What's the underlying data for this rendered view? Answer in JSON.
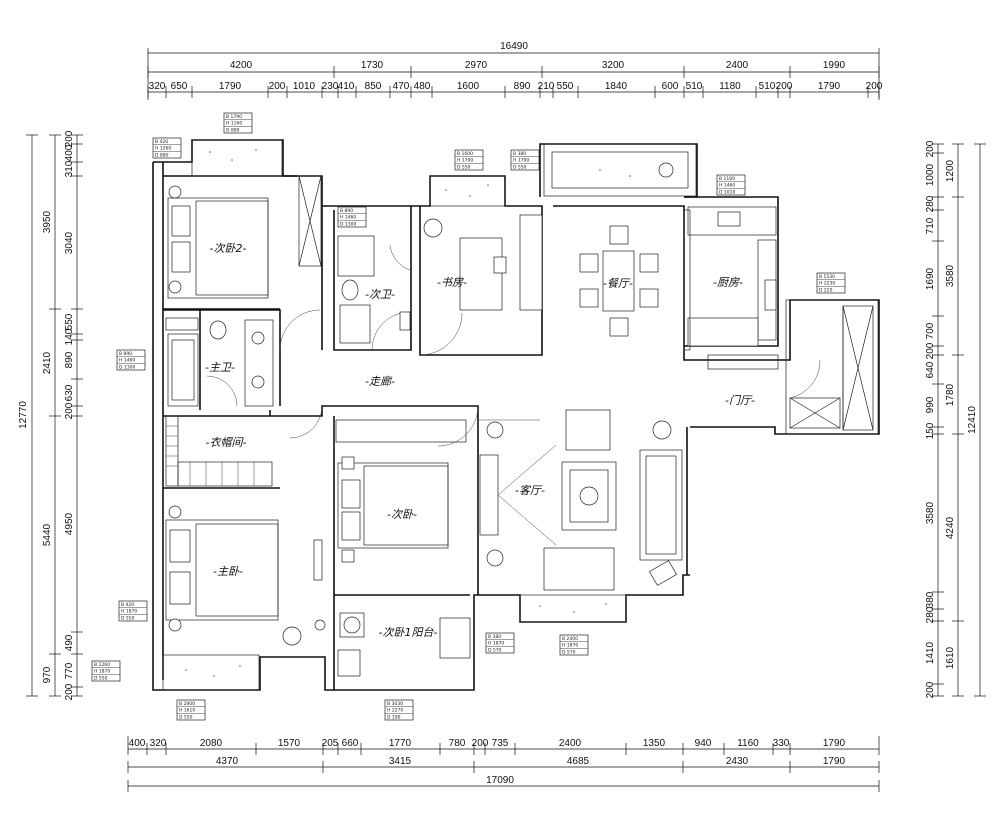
{
  "top_dims": {
    "total": "16490",
    "row1": [
      "4200",
      "1730",
      "2970",
      "3200",
      "2400",
      "1990"
    ],
    "row2": [
      "320",
      "650",
      "1790",
      "200",
      "1010",
      "230",
      "410",
      "850",
      "470",
      "480",
      "1600",
      "890",
      "210",
      "550",
      "1840",
      "600",
      "510",
      "1180",
      "510",
      "200",
      "1790",
      "200"
    ]
  },
  "bottom_dims": {
    "total": "17090",
    "row1": [
      "4370",
      "3415",
      "4685",
      "2430",
      "1790"
    ],
    "row2": [
      "400",
      "320",
      "2080",
      "1570",
      "205",
      "660",
      "1770",
      "780",
      "200",
      "735",
      "2400",
      "1350",
      "940",
      "1160",
      "330",
      "1790"
    ]
  },
  "left_dims": {
    "total": "12770",
    "row1": [
      "3950",
      "2410",
      "5440",
      "970"
    ],
    "row2": [
      "200",
      "400",
      "310",
      "3040",
      "550",
      "140",
      "890",
      "630",
      "200",
      "4950",
      "490",
      "770",
      "200"
    ]
  },
  "right_dims": {
    "total": "12410",
    "row1": [
      "1200",
      "3580",
      "1780",
      "4240",
      "1610"
    ],
    "row2": [
      "200",
      "1000",
      "280",
      "710",
      "1690",
      "700",
      "200",
      "640",
      "990",
      "150",
      "3580",
      "380",
      "280",
      "1410",
      "200"
    ]
  },
  "rooms": {
    "secondary_bedroom_2": "-次卧2-",
    "secondary_bath": "-次卫-",
    "study": "-书房-",
    "dining": "-餐厅-",
    "kitchen": "-厨房-",
    "master_bath": "-主卫-",
    "corridor": "-走廊-",
    "entrance": "-门厅-",
    "walk_in_closet": "-衣帽间-",
    "secondary_bedroom": "-次卧-",
    "living_room": "-客厅-",
    "master_bedroom": "-主卧-",
    "balcony": "-次卧1阳台-"
  },
  "window_tags": [
    {
      "B": "B 420",
      "H": "H 1260",
      "D": "D 880"
    },
    {
      "B": "B 1790",
      "H": "H 1160",
      "D": "D 880"
    },
    {
      "B": "B 1600",
      "H": "H 1790",
      "D": "D 550"
    },
    {
      "B": "B 380",
      "H": "H 1790",
      "D": "D 550"
    },
    {
      "B": "B 1160",
      "H": "H 1460",
      "D": "D 1010"
    },
    {
      "B": "B 1530",
      "H": "H 2230",
      "D": "D 220"
    },
    {
      "B": "B 890",
      "H": "H 1460",
      "D": "D 1300"
    },
    {
      "B": "B 890",
      "H": "H 1460",
      "D": "D 1300"
    },
    {
      "B": "B 420",
      "H": "H 1870",
      "D": "D 550"
    },
    {
      "B": "B 1260",
      "H": "H 1870",
      "D": "D 550"
    },
    {
      "B": "B 380",
      "H": "H 1870",
      "D": "D 570"
    },
    {
      "B": "B 2400",
      "H": "H 1870",
      "D": "D 570"
    },
    {
      "B": "B 2800",
      "H": "H 1610",
      "D": "D 550"
    },
    {
      "B": "B 3030",
      "H": "H 2270",
      "D": "D 190"
    }
  ]
}
